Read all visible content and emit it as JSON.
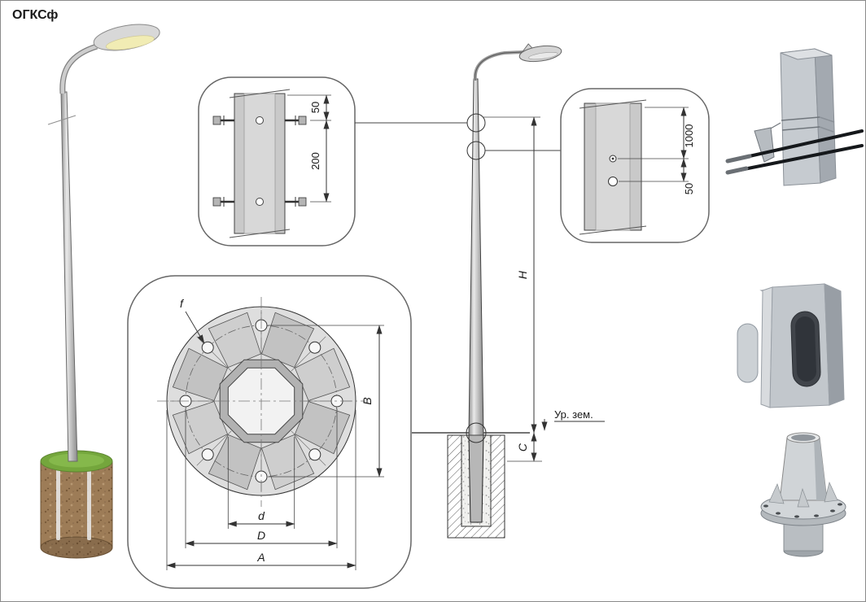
{
  "title": "ОГКСф",
  "detail_top": {
    "dim_top": "50",
    "dim_bottom": "200"
  },
  "detail_right": {
    "dim_top": "1000",
    "dim_bottom": "50"
  },
  "elevation": {
    "dim_height": "H",
    "dim_depth": "C",
    "ground_label": "Ур. зем."
  },
  "flange": {
    "hole_label": "f",
    "dim_vertical": "B",
    "dim_inner": "d",
    "dim_bolt_circle": "D",
    "dim_outer": "A"
  }
}
